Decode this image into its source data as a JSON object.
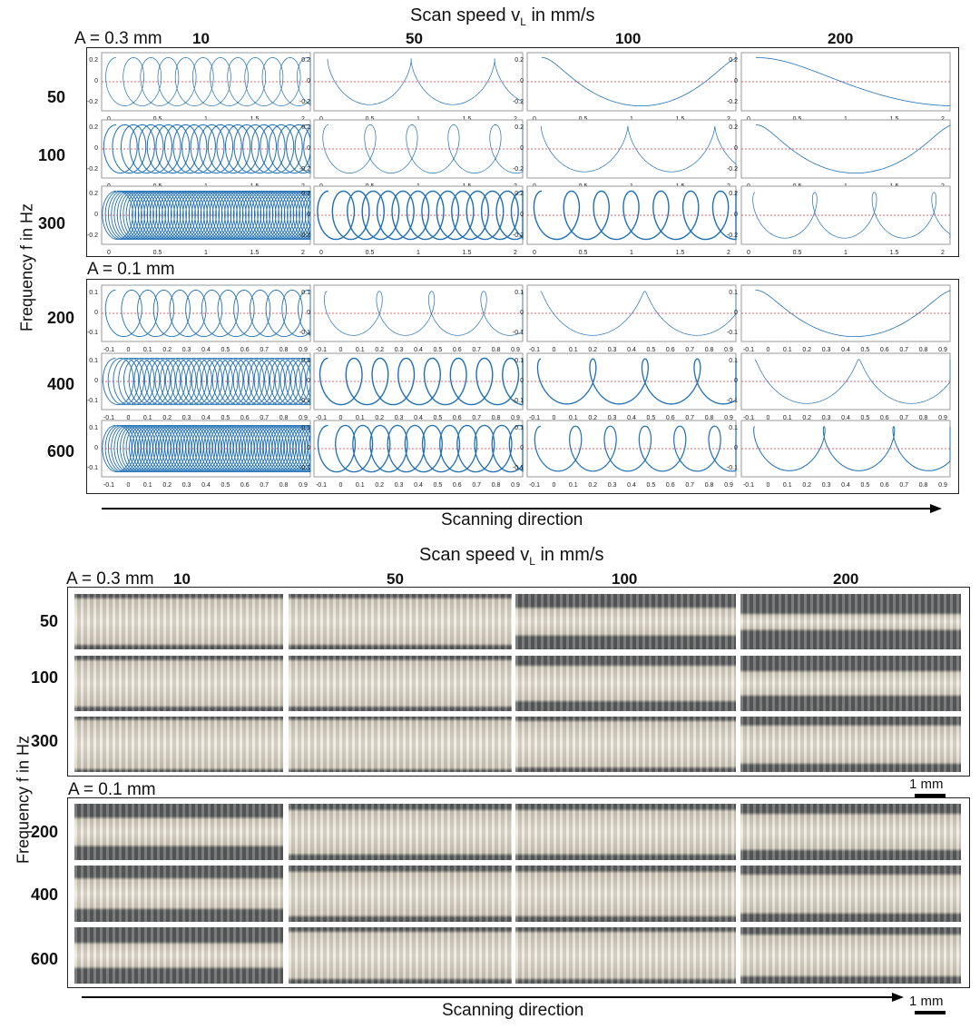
{
  "top": {
    "title_prefix": "Scan speed v",
    "title_sub": "L",
    "title_suffix": " in mm/s",
    "ylabel": "Frequency f in Hz",
    "direction": "Scanning direction",
    "columns": [
      "10",
      "50",
      "100",
      "200"
    ],
    "group_a": {
      "label": "A = 0.3 mm",
      "rows": [
        "50",
        "100",
        "300"
      ],
      "ticks": [
        "0",
        "0.5",
        "1",
        "1.5",
        "2"
      ],
      "yticks": [
        "0.2",
        "0",
        "-0.2"
      ]
    },
    "group_b": {
      "label": "A = 0.1 mm",
      "rows": [
        "200",
        "400",
        "600"
      ],
      "ticks": [
        "-0.1",
        "0",
        "0.1",
        "0.2",
        "0.3",
        "0.4",
        "0.5",
        "0.6",
        "0.7",
        "0.8",
        "0.9"
      ],
      "yticks": [
        "0.1",
        "0",
        "-0.1"
      ]
    }
  },
  "bottom": {
    "title_prefix": "Scan speed v",
    "title_sub": "L",
    "title_suffix": " in mm/s",
    "ylabel": "Frequency f in Hz",
    "direction": "Scanning direction",
    "columns": [
      "10",
      "50",
      "100",
      "200"
    ],
    "group_a": {
      "label": "A = 0.3 mm",
      "rows": [
        "50",
        "100",
        "300"
      ]
    },
    "group_b": {
      "label": "A = 0.1 mm",
      "rows": [
        "200",
        "400",
        "600"
      ]
    },
    "scale_a": "1 mm",
    "scale_b": "1 mm"
  },
  "colors": {
    "curve": "#1f6fb4",
    "center_line": "#e03030",
    "photo_dark": "#5d5f60",
    "photo_light": "#d8d2c2"
  }
}
